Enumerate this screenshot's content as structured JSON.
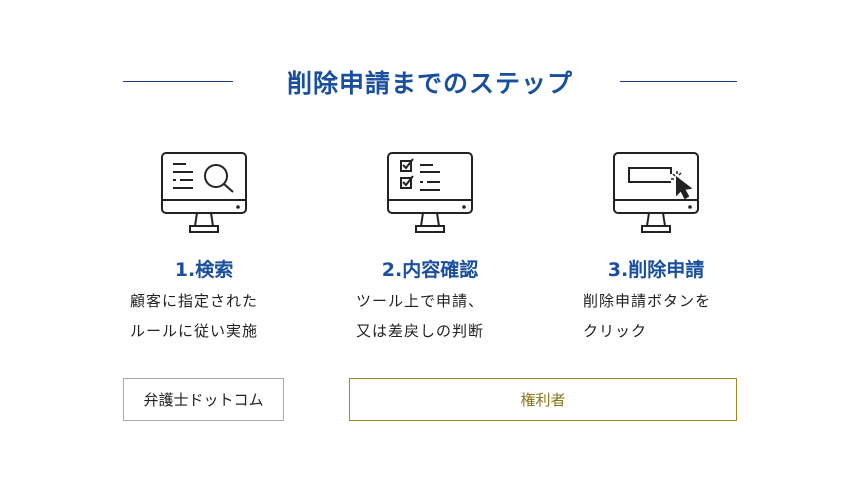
{
  "title": "削除申請までのステップ",
  "steps": [
    {
      "title": "1.検索",
      "lines": [
        "顧客に指定された",
        "ルールに従い実施"
      ],
      "icon": "monitor-search-icon"
    },
    {
      "title": "2.内容確認",
      "lines": [
        "ツール上で申請、",
        "又は差戻しの判断"
      ],
      "icon": "monitor-checklist-icon"
    },
    {
      "title": "3.削除申請",
      "lines": [
        "削除申請ボタンを",
        "クリック"
      ],
      "icon": "monitor-click-icon"
    }
  ],
  "roles": {
    "left": "弁護士ドットコム",
    "right": "権利者"
  },
  "colors": {
    "accent": "#1a4fa0",
    "gold": "#a08a20"
  }
}
